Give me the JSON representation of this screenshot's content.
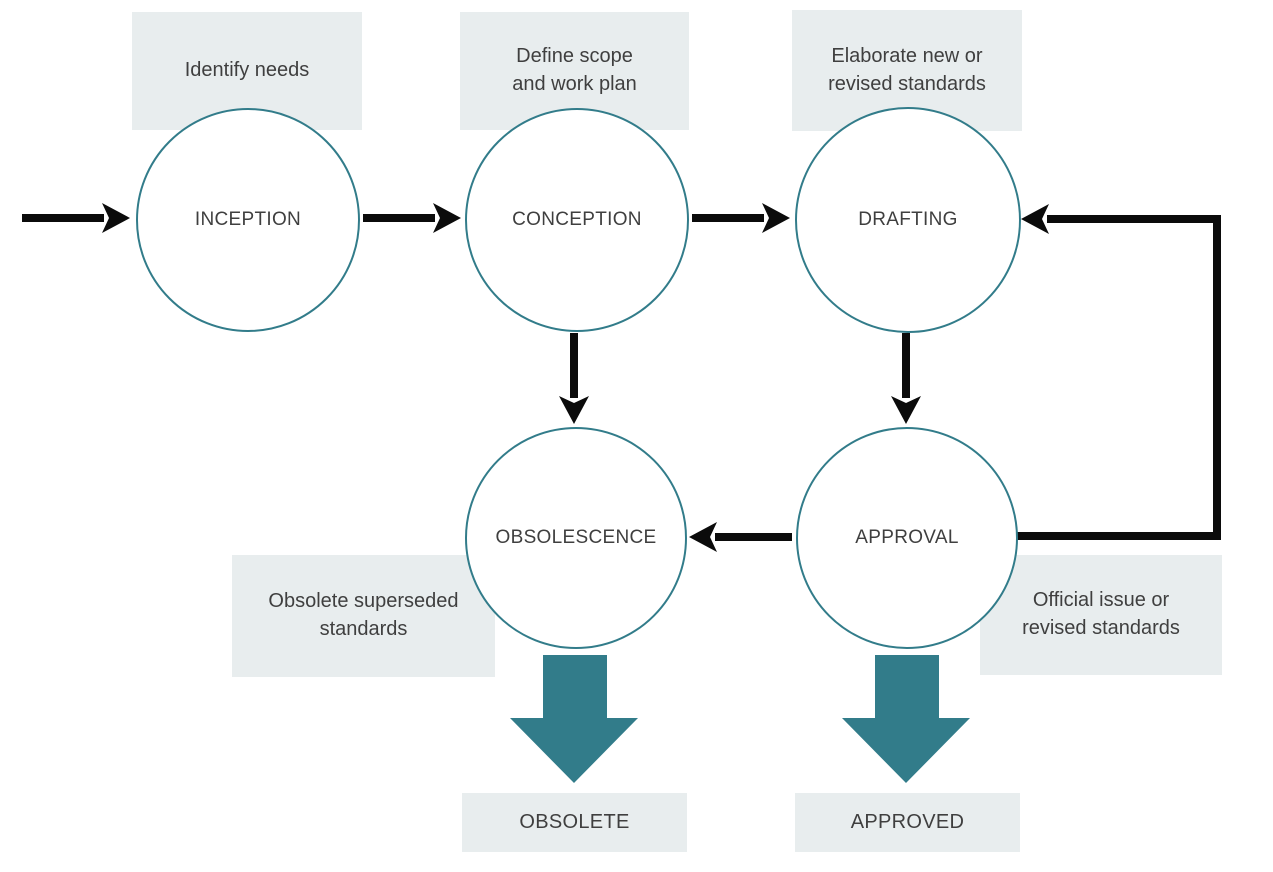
{
  "colors": {
    "teal": "#327c8a",
    "box_bg": "#e8edee",
    "text": "#3f3f3f",
    "arrow": "#0b0b0b"
  },
  "stages": [
    {
      "id": "inception",
      "label": "INCEPTION",
      "note": "Identify needs"
    },
    {
      "id": "conception",
      "label": "CONCEPTION",
      "note": "Define scope\nand work plan"
    },
    {
      "id": "drafting",
      "label": "DRAFTING",
      "note": "Elaborate new or\nrevised standards"
    },
    {
      "id": "obsolescence",
      "label": "OBSOLESCENCE",
      "note": "Obsolete superseded\nstandards"
    },
    {
      "id": "approval",
      "label": "APPROVAL",
      "note": "Official issue or\nrevised standards"
    }
  ],
  "terminals": [
    {
      "id": "obsolete",
      "label": "OBSOLETE"
    },
    {
      "id": "approved",
      "label": "APPROVED"
    }
  ],
  "flows": [
    {
      "from": "start",
      "to": "inception",
      "style": "thin-black-arrow"
    },
    {
      "from": "inception",
      "to": "conception",
      "style": "thin-black-arrow"
    },
    {
      "from": "conception",
      "to": "drafting",
      "style": "thin-black-arrow"
    },
    {
      "from": "conception",
      "to": "obsolescence",
      "style": "thin-black-arrow"
    },
    {
      "from": "drafting",
      "to": "approval",
      "style": "thin-black-arrow"
    },
    {
      "from": "approval",
      "to": "obsolescence",
      "style": "thin-black-arrow"
    },
    {
      "from": "approval",
      "to": "drafting",
      "style": "thin-black-elbow-feedback"
    },
    {
      "from": "obsolescence",
      "to": "obsolete",
      "style": "teal-block-arrow"
    },
    {
      "from": "approval",
      "to": "approved",
      "style": "teal-block-arrow"
    }
  ]
}
